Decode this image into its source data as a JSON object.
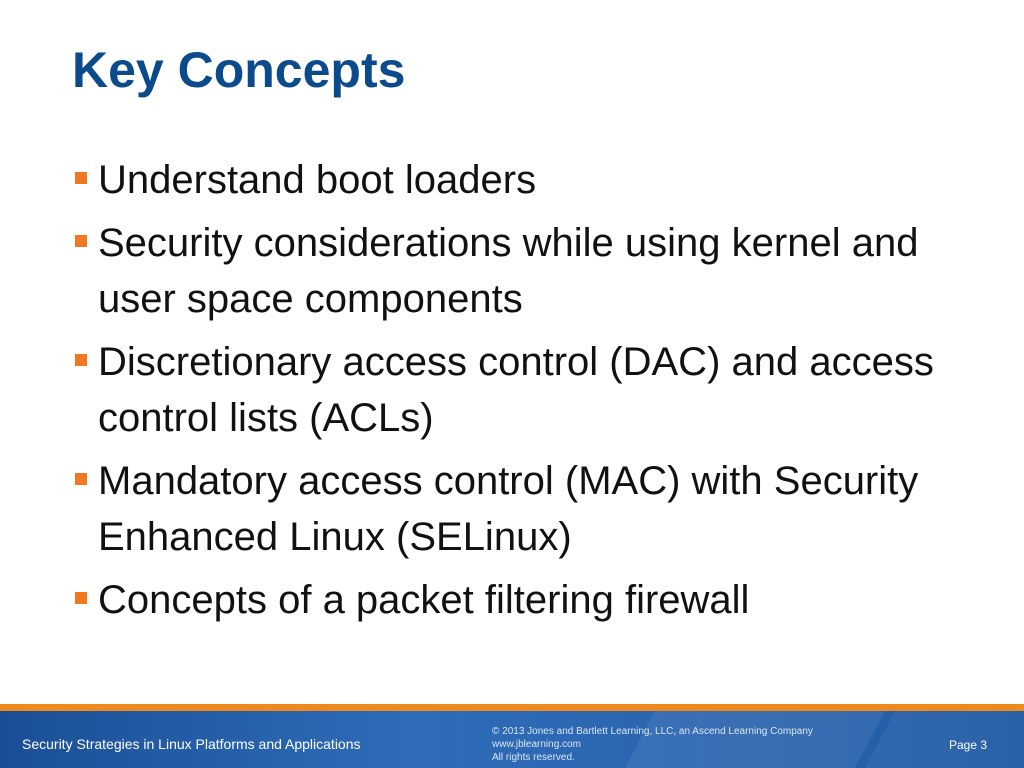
{
  "slide": {
    "title": "Key Concepts",
    "accent_color": "#0b4a8b",
    "bullet_color": "#f07820",
    "bullets": [
      "Understand boot loaders",
      "Security considerations while using kernel and user space components",
      "Discretionary access control (DAC) and access control lists (ACLs)",
      "Mandatory access control (MAC) with Security Enhanced Linux (SELinux)",
      "Concepts of a packet filtering firewall"
    ]
  },
  "footer": {
    "course_title": "Security Strategies in Linux Platforms and Applications",
    "copyright_line1": "© 2013 Jones and Bartlett Learning, LLC, an Ascend Learning Company",
    "copyright_line2": "www.jblearning.com",
    "copyright_line3": "All rights reserved.",
    "page_label": "Page 3",
    "band_color": "#2e6cb8",
    "stripe_color": "#ee8a1d"
  }
}
